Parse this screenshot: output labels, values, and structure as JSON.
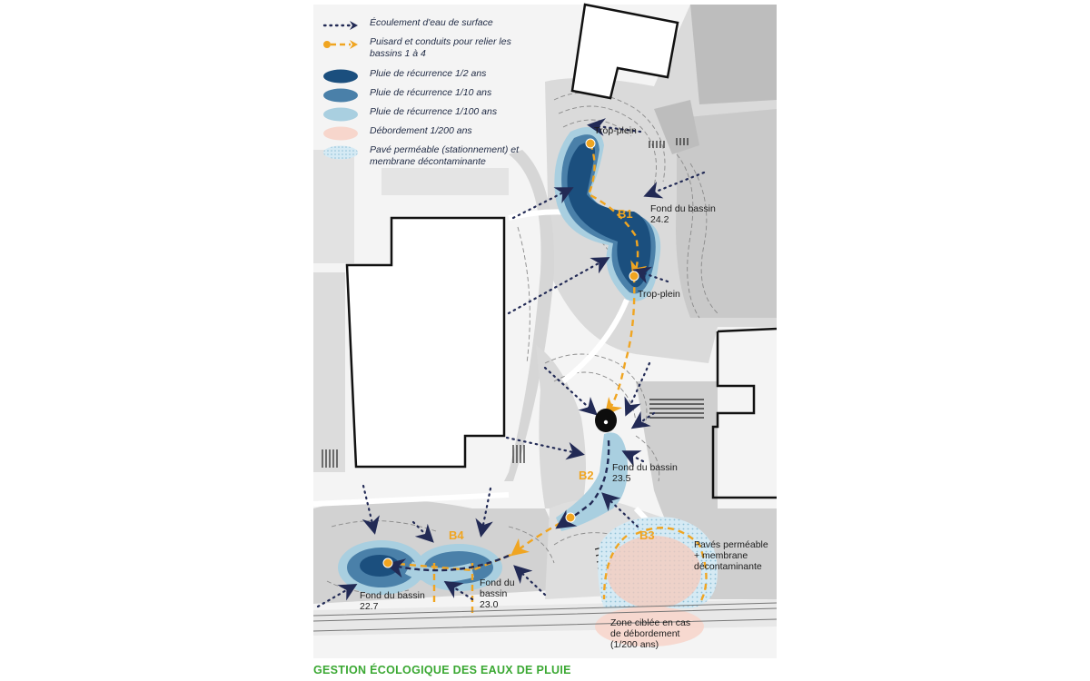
{
  "legend": {
    "items": [
      {
        "label": "Écoulement d'eau de surface",
        "symbol": "dotted-arrow",
        "color": "#222a55"
      },
      {
        "label": "Puisard et conduits pour relier les bassins 1 à 4",
        "symbol": "dashed-orange-arrow",
        "color": "#f0a521"
      },
      {
        "label": "Pluie de récurrence 1/2 ans",
        "symbol": "ellipse",
        "color": "#1b4f7e"
      },
      {
        "label": "Pluie de récurrence 1/10 ans",
        "symbol": "ellipse",
        "color": "#4a80a9"
      },
      {
        "label": "Pluie de récurrence 1/100 ans",
        "symbol": "ellipse",
        "color": "#a9cfe0"
      },
      {
        "label": "Débordement 1/200 ans",
        "symbol": "ellipse",
        "color": "#f7d6cc"
      },
      {
        "label": "Pavé perméable (stationnement) et membrane décontaminante",
        "symbol": "dotted-ellipse",
        "color": "#cfe6f2"
      }
    ]
  },
  "basins": {
    "b1": "B1",
    "b2": "B2",
    "b3": "B3",
    "b4": "B4"
  },
  "labels": {
    "trop_plein_top": "Trop-plein",
    "trop_plein_bottom": "Trop-plein",
    "fond_b1": "Fond du bassin\n24.2",
    "fond_b2": "Fond du bassin\n23.5",
    "fond_b4_left": "Fond du bassin\n22.7",
    "fond_b4_right": "Fond du\nbassin\n23.0",
    "paves": "Pavés perméable\n+ membrane\ndécontaminante",
    "zone": "Zone ciblée en cas\nde débordement\n(1/200 ans)"
  },
  "title": "GESTION ÉCOLOGIQUE DES EAUX DE PLUIE",
  "colors": {
    "flow": "#222a55",
    "conduit": "#f0a521",
    "dark_blue": "#1b4f7e",
    "mid_blue": "#4a80a9",
    "light_blue": "#a9cfe0",
    "overflow": "#f7d6cc",
    "title": "#3aa832"
  }
}
